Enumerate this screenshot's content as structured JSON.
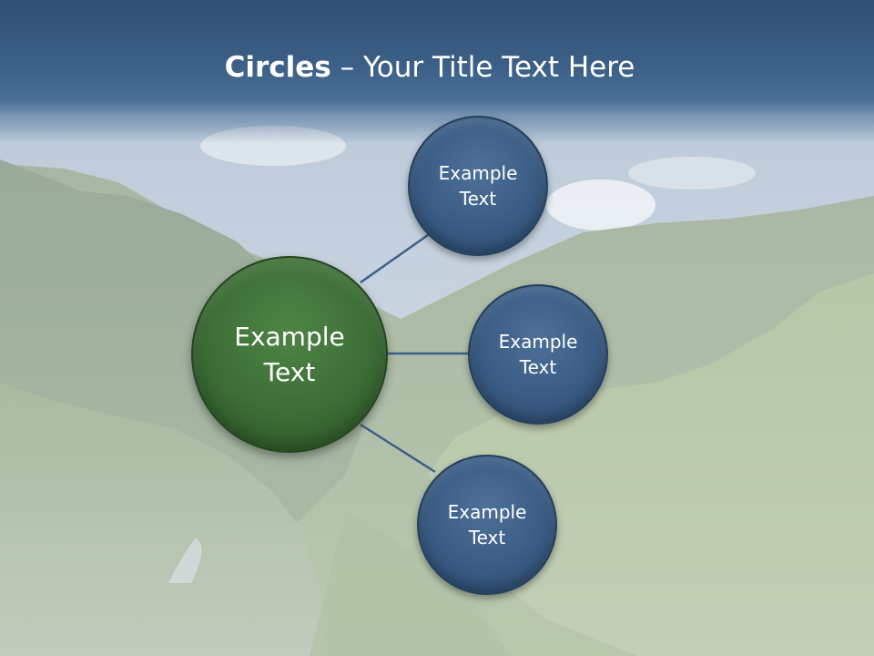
{
  "title": {
    "bold": "Circles",
    "rest": " – Your Title Text Here"
  },
  "diagram": {
    "hub": {
      "label": "Example\nText",
      "color": "#3f7238"
    },
    "nodes": [
      {
        "label": "Example\nText",
        "color": "#3d6088"
      },
      {
        "label": "Example\nText",
        "color": "#3d6088"
      },
      {
        "label": "Example\nText",
        "color": "#3d6088"
      }
    ],
    "connector_color": "#3c5f88"
  }
}
